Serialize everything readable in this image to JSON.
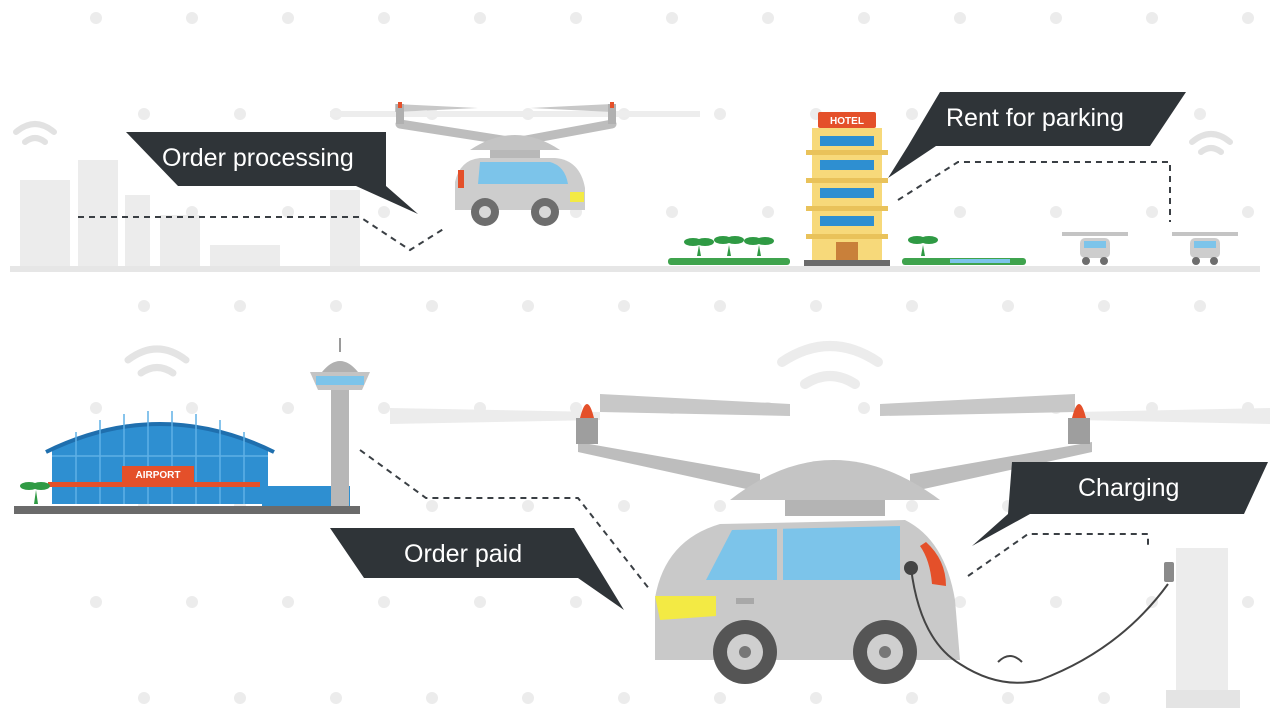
{
  "callouts": {
    "order_processing": "Order processing",
    "rent_for_parking": "Rent for parking",
    "order_paid": "Order paid",
    "charging": "Charging"
  },
  "signs": {
    "hotel": "HOTEL",
    "airport": "AIRPORT"
  },
  "colors": {
    "callout_bg": "#2f3438",
    "ground": "#e6e6e6",
    "vehicle_body": "#c9c9c9",
    "window": "#7cc4ea",
    "sign_red": "#e4502a",
    "hotel_yellow": "#f7d97a",
    "airport_blue": "#2e8fd1",
    "grass": "#3fa34d"
  },
  "icons": [
    "wifi-icon",
    "drone-car",
    "hotel-building",
    "airport-terminal",
    "control-tower",
    "charging-station",
    "palm-tree"
  ]
}
